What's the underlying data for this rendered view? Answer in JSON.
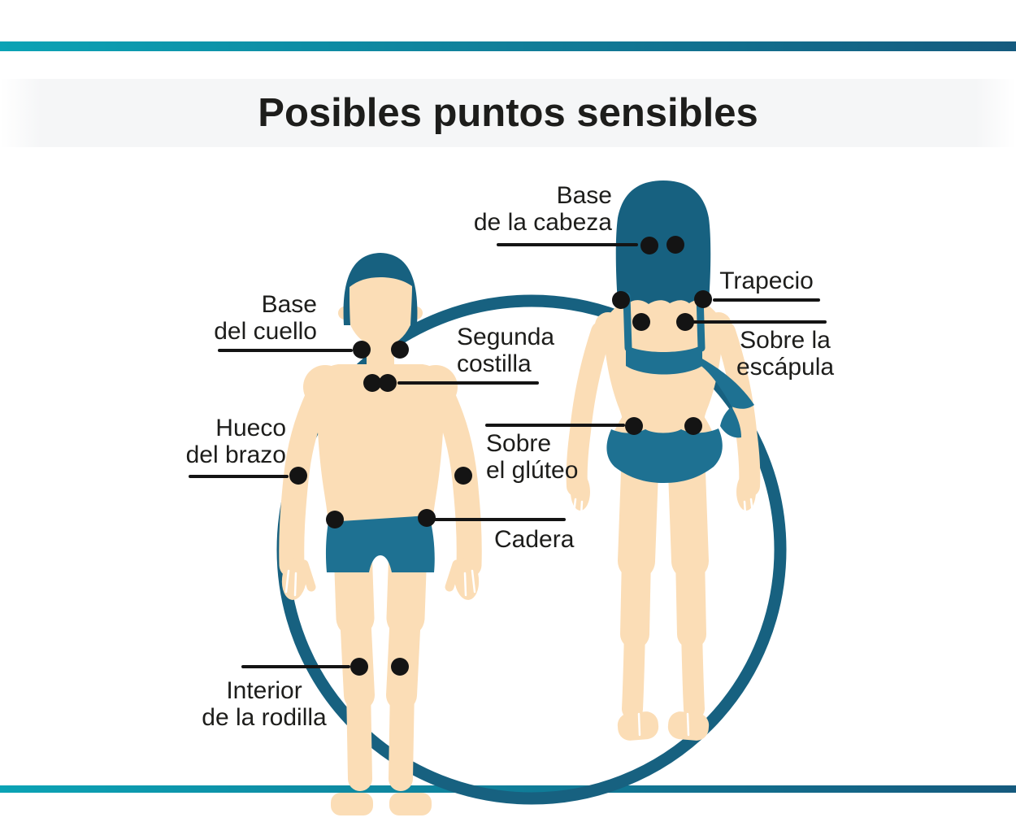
{
  "title": "Posibles puntos sensibles",
  "labels": {
    "base_cabeza": {
      "line1": "Base",
      "line2": "de la cabeza"
    },
    "trapecio": {
      "line1": "Trapecio"
    },
    "sobre_escapula": {
      "line1": "Sobre la",
      "line2": "escápula"
    },
    "base_cuello": {
      "line1": "Base",
      "line2": "del cuello"
    },
    "segunda_costilla": {
      "line1": "Segunda",
      "line2": "costilla"
    },
    "hueco_brazo": {
      "line1": "Hueco",
      "line2": "del brazo"
    },
    "sobre_gluteo": {
      "line1": "Sobre",
      "line2": "el glúteo"
    },
    "cadera": {
      "line1": "Cadera"
    },
    "interior_rodilla": {
      "line1": "Interior",
      "line2": "de la rodilla"
    }
  },
  "colors": {
    "bar_gradient_start": "#0ba3b5",
    "bar_gradient_end": "#155a7e",
    "figure_outline": "#176180",
    "swimwear": "#1e7192",
    "skin": "#fbddb6",
    "dot": "#141414",
    "text": "#1d1d1b",
    "title_band": "#f5f6f7"
  }
}
